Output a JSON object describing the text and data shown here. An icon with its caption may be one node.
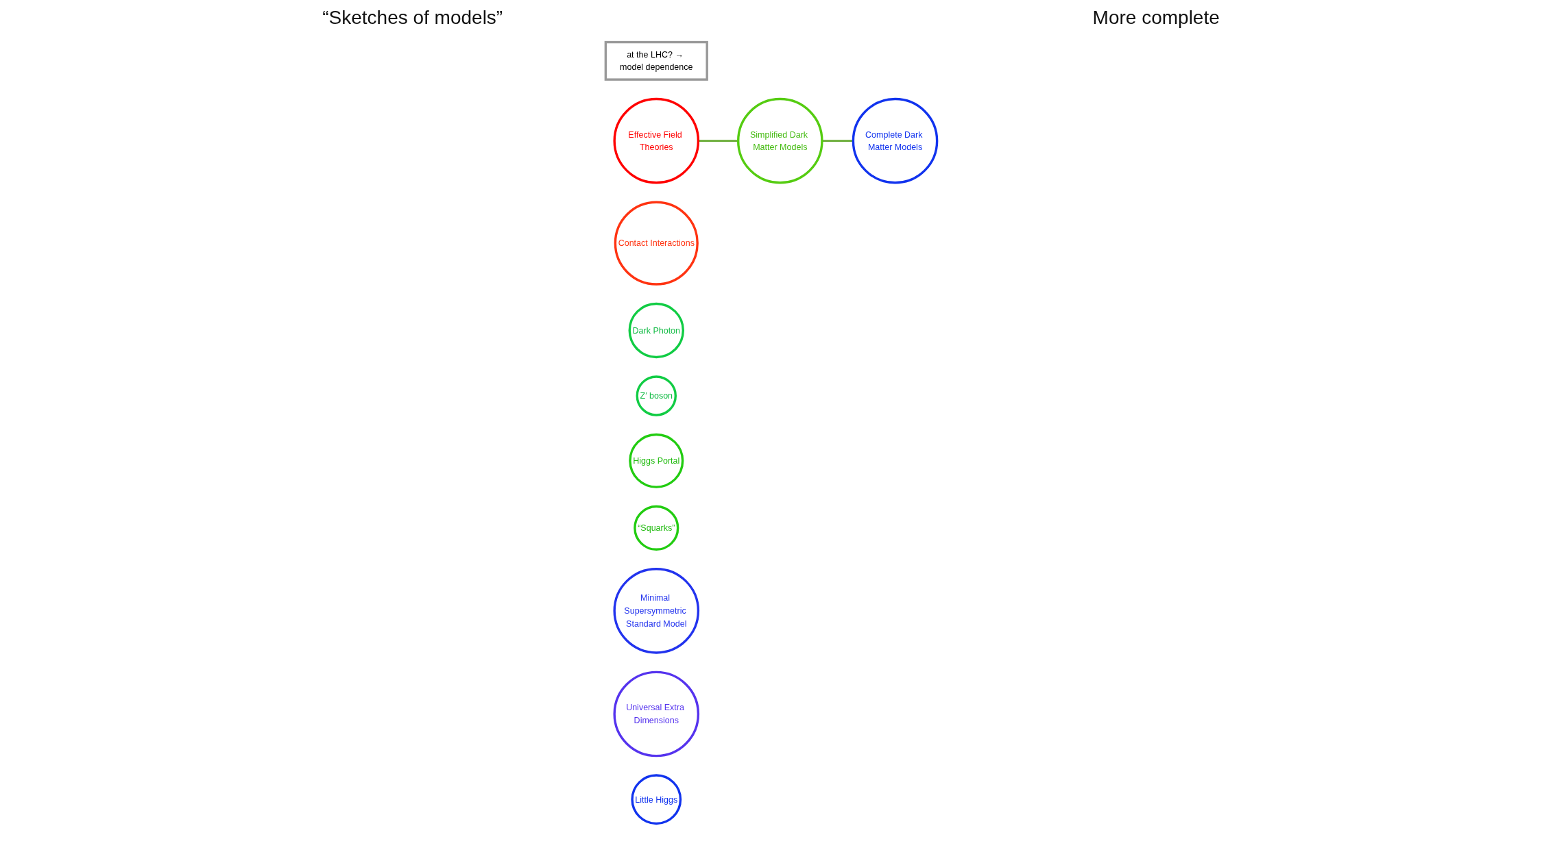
{
  "diagram": {
    "nodes": [
      {
        "text": [
          "at the LHC? → model dependence"
        ]
      },
      {
        "text": [
          "Effective Field Theories"
        ]
      },
      {
        "text": [
          "Contact Interactions"
        ]
      },
      {
        "text": [
          "Dark Photon"
        ]
      },
      {
        "text": [
          "Z′ boson"
        ]
      },
      {
        "text": [
          "Simplified Dark Matter Models"
        ]
      },
      {
        "text": [
          "Higgs Portal"
        ]
      },
      {
        "text": [
          "“Squarks”"
        ]
      },
      {
        "text": [
          "Minimal Supersymmetric Standard Model"
        ]
      },
      {
        "text": [
          "Complete Dark Matter Models"
        ]
      },
      {
        "text": [
          "Universal Extra Dimensions"
        ]
      },
      {
        "text": [
          "Little Higgs"
        ]
      }
    ],
    "edges": [
      {
        "from": 1,
        "to": 5,
        "arrow": "none"
      },
      {
        "from": 5,
        "to": 9,
        "arrow": "none"
      }
    ],
    "labels": [
      "“Sketches of models”",
      "More complete"
    ]
  }
}
